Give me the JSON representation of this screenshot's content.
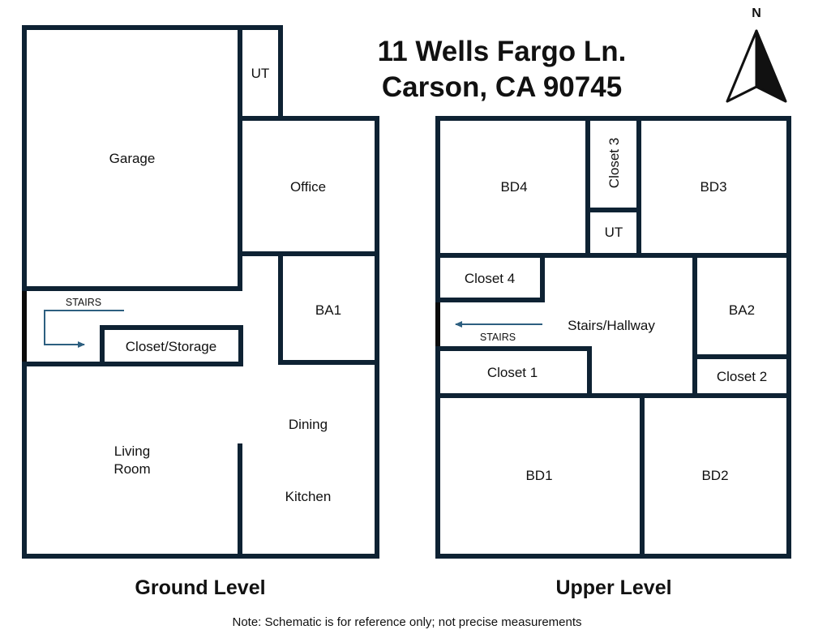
{
  "title": {
    "line1": "11 Wells Fargo Ln.",
    "line2": "Carson, CA 90745"
  },
  "compass": {
    "label": "N",
    "icon": "north-arrow-icon"
  },
  "ground_level": {
    "heading": "Ground Level",
    "rooms": {
      "garage": "Garage",
      "ut": "UT",
      "office": "Office",
      "ba1": "BA1",
      "closet_storage": "Closet/Storage",
      "stairs": "STAIRS",
      "dining": "Dining",
      "living_room_1": "Living",
      "living_room_2": "Room",
      "kitchen": "Kitchen"
    }
  },
  "upper_level": {
    "heading": "Upper Level",
    "rooms": {
      "bd4": "BD4",
      "closet3": "Closet 3",
      "ut": "UT",
      "bd3": "BD3",
      "closet4": "Closet 4",
      "stairs_hallway": "Stairs/Hallway",
      "stairs": "STAIRS",
      "ba2": "BA2",
      "closet1": "Closet 1",
      "closet2": "Closet 2",
      "bd1": "BD1",
      "bd2": "BD2"
    }
  },
  "note": "Note: Schematic is for reference only; not precise measurements"
}
